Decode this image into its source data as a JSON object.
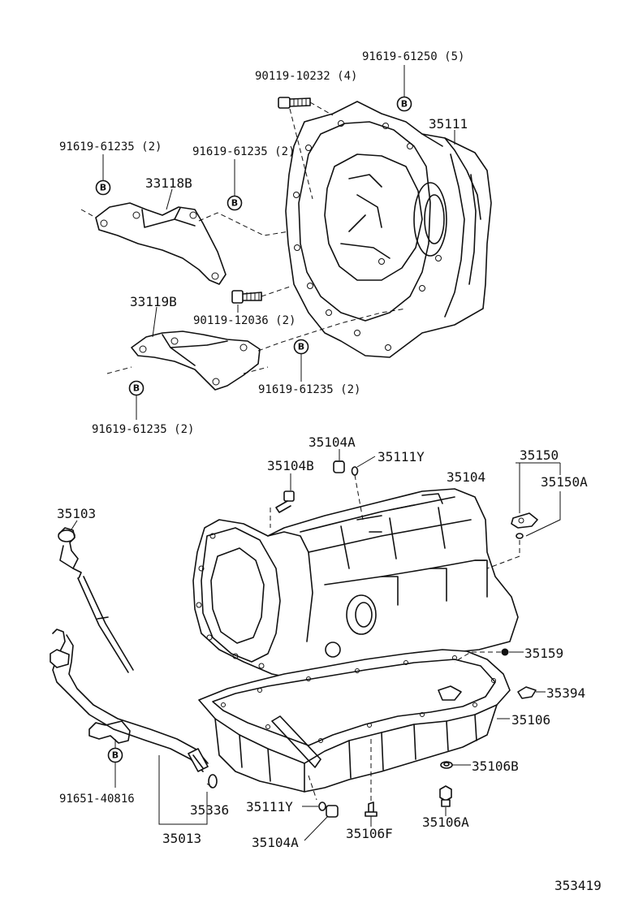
{
  "labels": {
    "p91619_61250": "91619-61250 (5)",
    "p90119_10232": "90119-10232 (4)",
    "p35111": "35111",
    "p91619_61235_a": "91619-61235 (2)",
    "p91619_61235_b": "91619-61235 (2)",
    "p33118B": "33118B",
    "p33119B": "33119B",
    "p90119_12036": "90119-12036 (2)",
    "p91619_61235_c": "91619-61235 (2)",
    "p91619_61235_d": "91619-61235 (2)",
    "p35104A_top": "35104A",
    "p35111Y_top": "35111Y",
    "p35104B": "35104B",
    "p35104": "35104",
    "p35150": "35150",
    "p35150A": "35150A",
    "p35103": "35103",
    "p35159": "35159",
    "p35394": "35394",
    "p35106": "35106",
    "p35106B": "35106B",
    "p91651_40816": "91651-40816",
    "p35336": "35336",
    "p35111Y_bot": "35111Y",
    "p35106A": "35106A",
    "p35013": "35013",
    "p35104A_bot": "35104A",
    "p35106F": "35106F",
    "diagram_id": "353419"
  },
  "markers": {
    "b": "B"
  },
  "icons": {
    "bolt_marker": "b-circle-marker-icon"
  }
}
